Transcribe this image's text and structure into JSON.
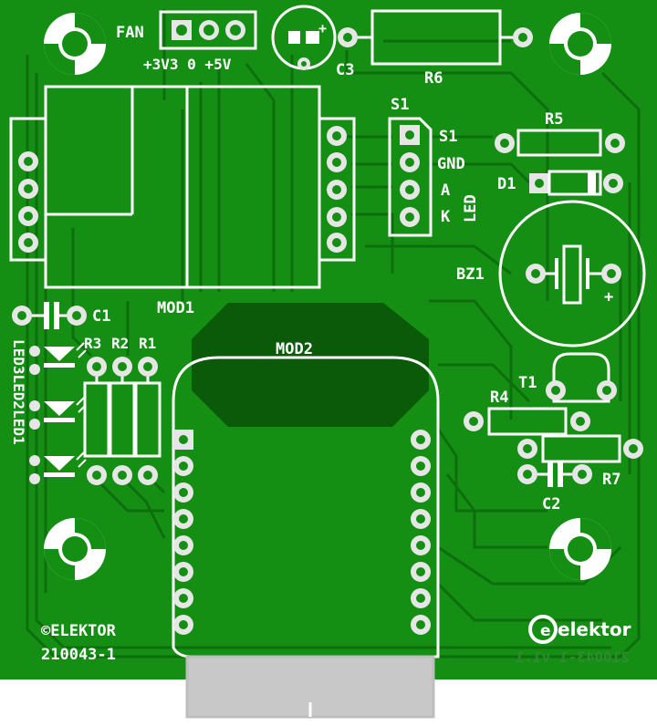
{
  "colors": {
    "board": "#148f14",
    "trace": "#0d6e0d",
    "pour": "#0a5a0a",
    "silk": "#ffffff",
    "pad": "#e6e6e6",
    "edge": "#bdbdbd"
  },
  "connectors": {
    "fan": {
      "label": "FAN",
      "voltages": "+3V3 0 +5V"
    },
    "switch": {
      "ref": "S1",
      "pins": [
        "S1",
        "GND",
        "A",
        "K"
      ],
      "group_label": "LED"
    }
  },
  "components": {
    "c1": "C1",
    "c2": "C2",
    "c3": "C3",
    "r1": "R1",
    "r2": "R2",
    "r3": "R3",
    "r4": "R4",
    "r5": "R5",
    "r6": "R6",
    "r7": "R7",
    "d1": "D1",
    "t1": "T1",
    "bz1": "BZ1",
    "mod1": "MOD1",
    "mod2": "MOD2",
    "leds": "LED3LED2LED1",
    "plus": "+"
  },
  "footer": {
    "copyright": "©ELEKTOR",
    "board_id": "210043-1",
    "logo_text": "elektor",
    "bottom_side_text": "210043-1 v1.1"
  }
}
